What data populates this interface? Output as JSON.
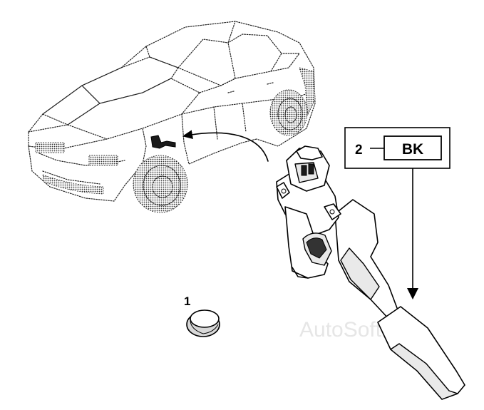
{
  "callouts": {
    "part1": "1",
    "part2": "2",
    "connector_color": "BK"
  },
  "watermark": "AutoSoft",
  "icons": {
    "vehicle": "car-sedan-outline",
    "part1": "rubber-grommet",
    "part2": "accelerator-pedal-sensor"
  },
  "colors": {
    "line": "#000000",
    "watermark": "#e6e6e6"
  }
}
